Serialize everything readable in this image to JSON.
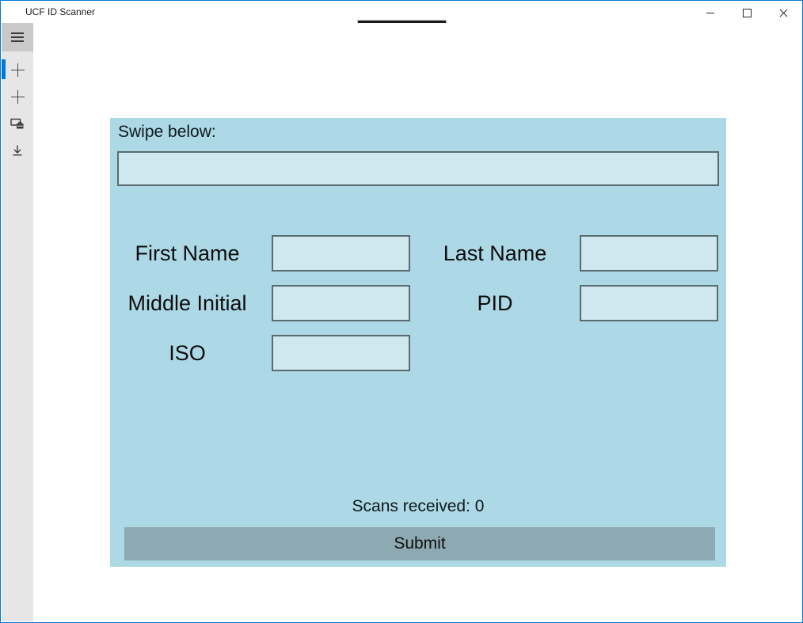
{
  "window": {
    "title": "UCF ID Scanner",
    "controls": [
      {
        "name": "minimize-button"
      },
      {
        "name": "maximize-button"
      },
      {
        "name": "close-button"
      }
    ],
    "tablet_grip": "tablet-mode-grip"
  },
  "colors": {
    "accent": "#0078d7",
    "panel_bg": "#add8e6",
    "input_bg": "#cfe7ef",
    "input_border": "#5a6b72",
    "submit_bg": "#8da9b1",
    "sidebar_bg": "#e6e6e6",
    "hamburger_bg": "#c9c9c9",
    "grip_bg": "#191919"
  },
  "sidebar": {
    "items": [
      {
        "name": "menu-icon"
      },
      {
        "name": "add-icon",
        "selected": true
      },
      {
        "name": "add-secondary-icon",
        "selected": false
      },
      {
        "name": "scan-device-icon",
        "selected": false
      },
      {
        "name": "save-download-icon",
        "selected": false
      }
    ]
  },
  "form": {
    "swipe_label": "Swipe below:",
    "swipe_value": "",
    "fields": {
      "first_name": {
        "label": "First Name",
        "value": ""
      },
      "last_name": {
        "label": "Last Name",
        "value": ""
      },
      "middle_initial": {
        "label": "Middle Initial",
        "value": ""
      },
      "pid": {
        "label": "PID",
        "value": ""
      },
      "iso": {
        "label": "ISO",
        "value": ""
      }
    },
    "scans_received_label": "Scans received:",
    "scans_count": "0",
    "submit_label": "Submit"
  }
}
